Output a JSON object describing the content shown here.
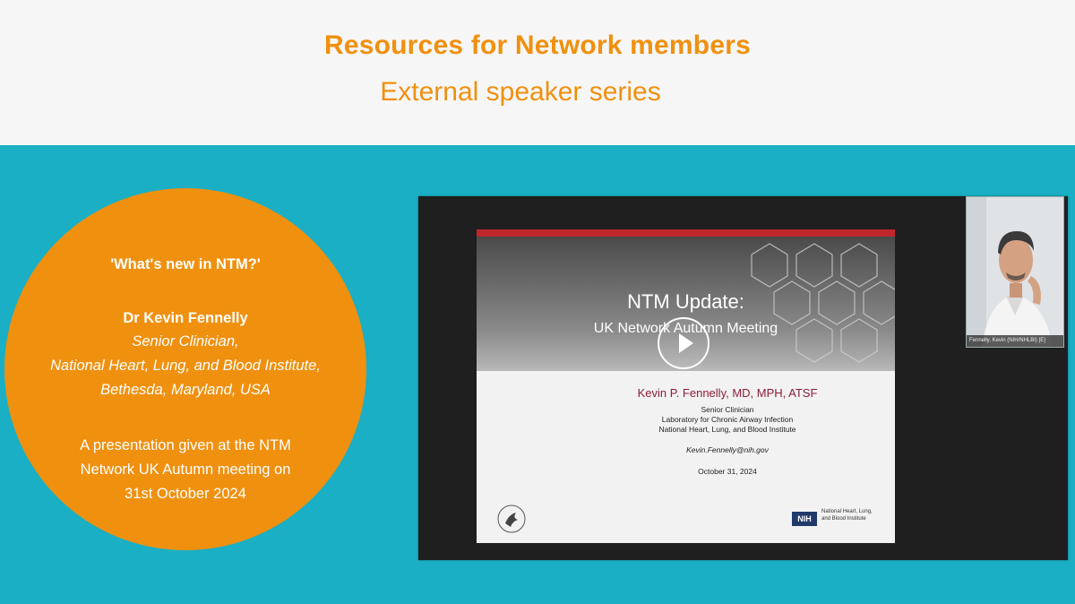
{
  "header": {
    "title": "Resources for Network members",
    "subtitle": "External speaker series"
  },
  "talk_card": {
    "talk_title": "'What's new in NTM?'",
    "speaker_name": "Dr Kevin Fennelly",
    "speaker_role": "Senior Clinician,",
    "speaker_org": "National Heart, Lung, and Blood Institute,",
    "speaker_location": "Bethesda, Maryland, USA",
    "note_line1": "A presentation given at the NTM",
    "note_line2": "Network UK Autumn meeting on",
    "note_line3": "31st October 2024"
  },
  "video": {
    "slide": {
      "title": "NTM Update:",
      "subtitle": "UK Network Autumn Meeting",
      "speaker": "Kevin P. Fennelly, MD, MPH, ATSF",
      "line1": "Senior Clinician",
      "line2": "Laboratory for Chronic Airway Infection",
      "line3": "National Heart, Lung, and Blood Institute",
      "email": "Kevin.Fennelly@nih.gov",
      "date": "October 31, 2024",
      "nih_badge": "NIH",
      "nih_text_1": "National Heart, Lung,",
      "nih_text_2": "and Blood Institute"
    },
    "webcam_label": "Fennelly, Kevin (NIH/NHLBI) [E]"
  },
  "colors": {
    "accent_orange": "#f0900f",
    "teal_background": "#1aafc4",
    "header_background": "#f6f6f6"
  }
}
